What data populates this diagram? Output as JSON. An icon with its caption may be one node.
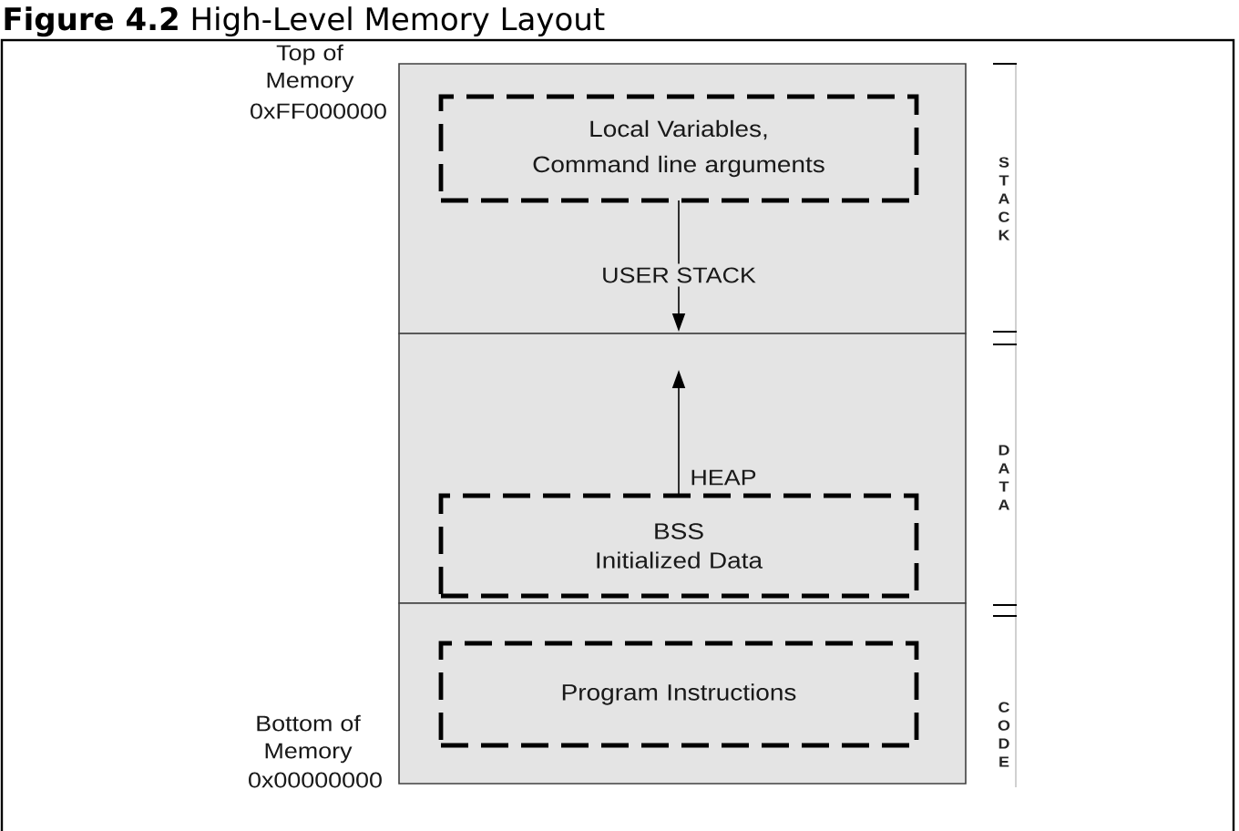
{
  "diagram": {
    "title": "**Figure 4.2** High-Level Memory Layout",
    "nodes": [
      {
        "text": [],
        "shape": "box",
        "beside": [
          "STACK"
        ]
      },
      {
        "text": [
          "Local Variables, Command line arguments"
        ],
        "in": 0
      },
      {
        "text": [],
        "shape": "box",
        "beside": [
          "DATA"
        ]
      },
      {
        "text": [
          "BSS",
          "Initialized Data"
        ],
        "in": 2
      },
      {
        "text": [],
        "shape": "box",
        "beside": [
          "CODE"
        ]
      },
      {
        "text": [
          "Program Instructions"
        ],
        "in": 4
      }
    ],
    "edges": [
      {
        "from": 1,
        "to": null,
        "arrow": "to",
        "label": "USER STACK"
      },
      {
        "from": 3,
        "to": null,
        "arrow": "to",
        "label": "HEAP"
      }
    ],
    "labels": [
      "Top of Memory",
      "0xFF000000",
      "Bottom of Memory",
      "0x00000000"
    ]
  }
}
